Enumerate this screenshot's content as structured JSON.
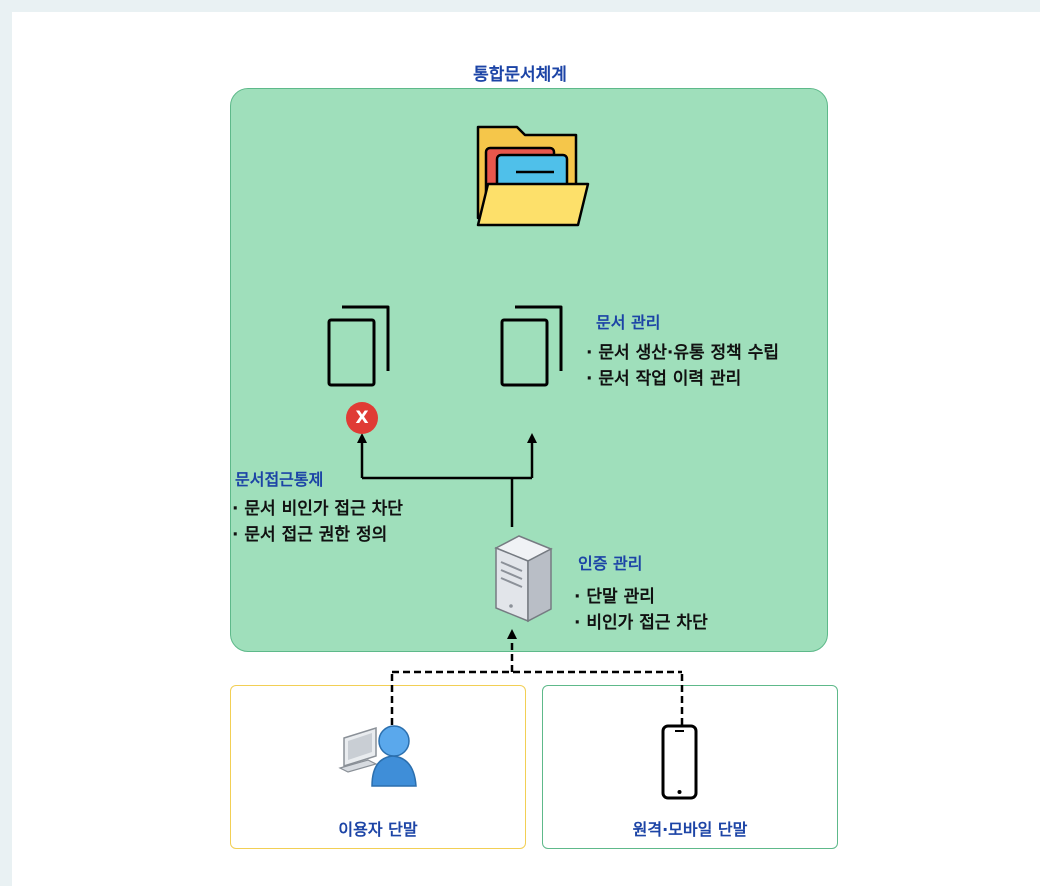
{
  "diagram": {
    "title": "통합문서체계",
    "document_management": {
      "title": "문서 관리",
      "items": [
        "문서 생산·유통 정책 수립",
        "문서 작업 이력 관리"
      ]
    },
    "access_control": {
      "title": "문서접근통제",
      "items": [
        "문서 비인가 접근 차단",
        "문서 접근 권한 정의"
      ]
    },
    "auth_management": {
      "title": "인증 관리",
      "items": [
        "단말 관리",
        "비인가 접근 차단"
      ]
    },
    "blocked_mark": "X",
    "devices": {
      "user_terminal": "이용자 단말",
      "mobile_terminal": "원격·모바일 단말"
    },
    "icons": [
      "folder-icon",
      "document-icon",
      "server-icon",
      "user-computer-icon",
      "smartphone-icon"
    ],
    "colors": {
      "system_box_fill": "#9fdfbb",
      "system_box_border": "#5eb98a",
      "title_text": "#1c44a6",
      "blocked": "#e03b35",
      "user_box_border": "#f2cf55",
      "mobile_box_border": "#5eb98a"
    }
  }
}
